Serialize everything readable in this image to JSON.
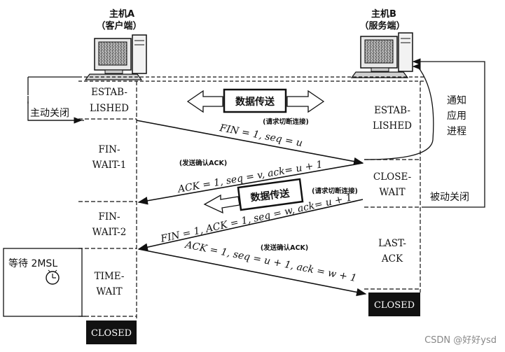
{
  "host_a": {
    "title": "主机A",
    "role": "（客户端）"
  },
  "host_b": {
    "title": "主机B",
    "role": "（服务端）"
  },
  "client_states": {
    "established": [
      "ESTAB-",
      "LISHED"
    ],
    "fin_wait_1": [
      "FIN-",
      "WAIT-1"
    ],
    "fin_wait_2": [
      "FIN-",
      "WAIT-2"
    ],
    "time_wait": [
      "TIME-",
      "WAIT"
    ],
    "closed": "CLOSED"
  },
  "server_states": {
    "established": [
      "ESTAB-",
      "LISHED"
    ],
    "close_wait": [
      "CLOSE-",
      "WAIT"
    ],
    "last_ack": [
      "LAST-",
      "ACK"
    ],
    "closed": "CLOSED"
  },
  "labels": {
    "active_close": "主动关闭",
    "passive_close": "被动关闭",
    "notify_app": [
      "通知",
      "应用",
      "进程"
    ],
    "wait_2msl": "等待 2MSL",
    "data_transfer_top": "数据传送",
    "data_transfer_mid": "数据传送"
  },
  "segments": {
    "seg1": {
      "text": "FIN = 1, seq = u",
      "note": "(请求切断连接)"
    },
    "seg2": {
      "text": "ACK = 1, seq = v, ack= u + 1",
      "note": "(发送确认ACK)"
    },
    "seg3": {
      "text": "FIN = 1, ACK = 1, seq = w, ack= u + 1",
      "note": "(请求切断连接)"
    },
    "seg4": {
      "text": "ACK = 1, seq = u + 1, ack = w + 1",
      "note": "(发送确认ACK)"
    }
  },
  "watermark": "CSDN @好好ysd"
}
